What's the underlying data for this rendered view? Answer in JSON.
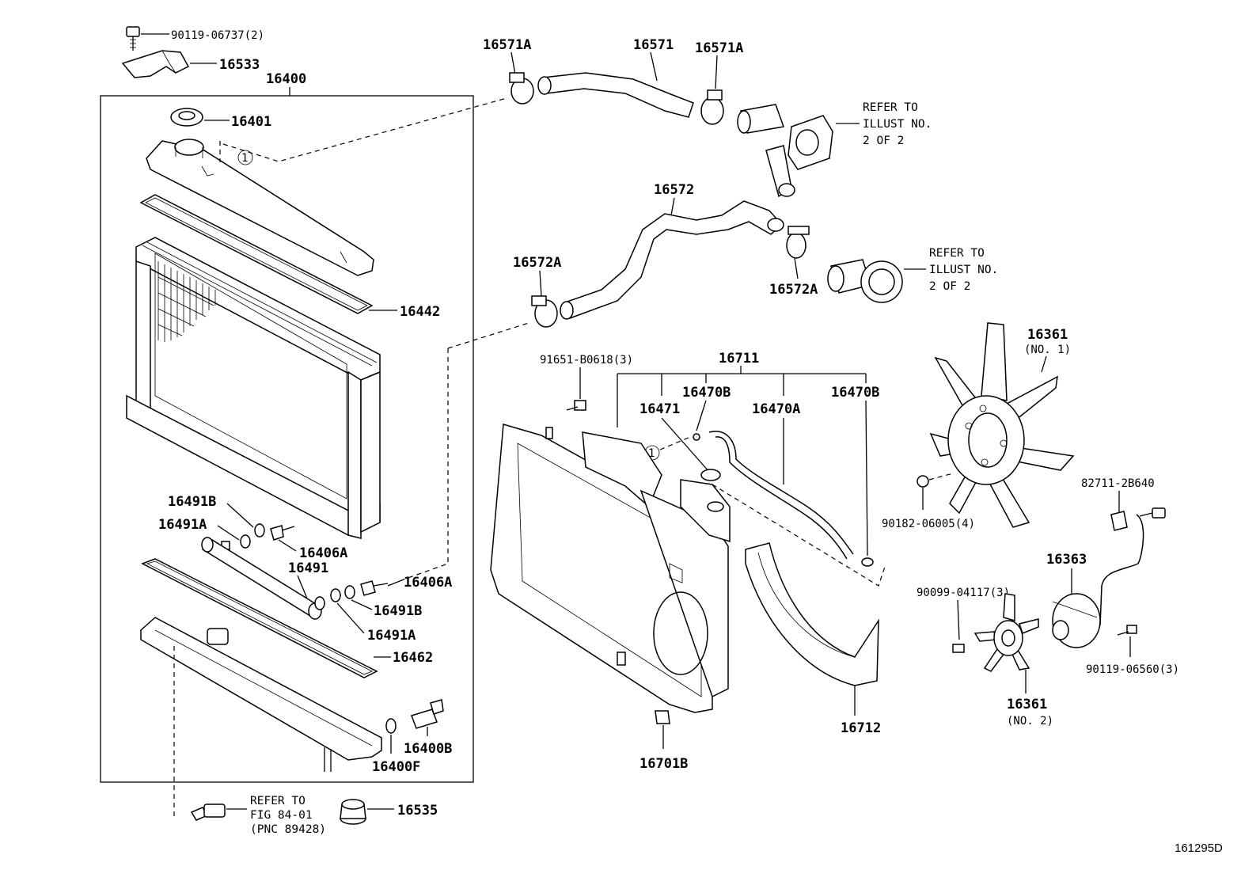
{
  "parts": {
    "p90119_06737": "90119-06737(2)",
    "p16533": "16533",
    "p16400": "16400",
    "p16401": "16401",
    "p16442": "16442",
    "p16491B_a": "16491B",
    "p16491A_a": "16491A",
    "p16406A_a": "16406A",
    "p16491": "16491",
    "p16406A_b": "16406A",
    "p16491B_b": "16491B",
    "p16491A_b": "16491A",
    "p16462": "16462",
    "p16400B": "16400B",
    "p16400F": "16400F",
    "p16535": "16535",
    "p16571A_l": "16571A",
    "p16571": "16571",
    "p16571A_r": "16571A",
    "p16572": "16572",
    "p16572A_l": "16572A",
    "p16572A_r": "16572A",
    "p91651": "91651-B0618(3)",
    "p16711": "16711",
    "p16470B_a": "16470B",
    "p16471": "16471",
    "p16470A": "16470A",
    "p16470B_b": "16470B",
    "p16361_1": "16361",
    "p16361_1_no": "(NO. 1)",
    "p90182": "90182-06005(4)",
    "p82711": "82711-2B640",
    "p16363": "16363",
    "p90099": "90099-04117(3)",
    "p90119_06560": "90119-06560(3)",
    "p16361_2": "16361",
    "p16361_2_no": "(NO. 2)",
    "p16712": "16712",
    "p16701B": "16701B"
  },
  "notes": {
    "refer1_l1": "REFER TO",
    "refer1_l2": "ILLUST NO.",
    "refer1_l3": "2 OF 2",
    "refer2_l1": "REFER TO",
    "refer2_l2": "ILLUST NO.",
    "refer2_l3": "2 OF 2",
    "refer3_l1": "REFER TO",
    "refer3_l2": "FIG 84-01",
    "refer3_l3": "(PNC 89428)"
  },
  "markers": {
    "circle1": "1"
  },
  "figure_id": "161295D"
}
